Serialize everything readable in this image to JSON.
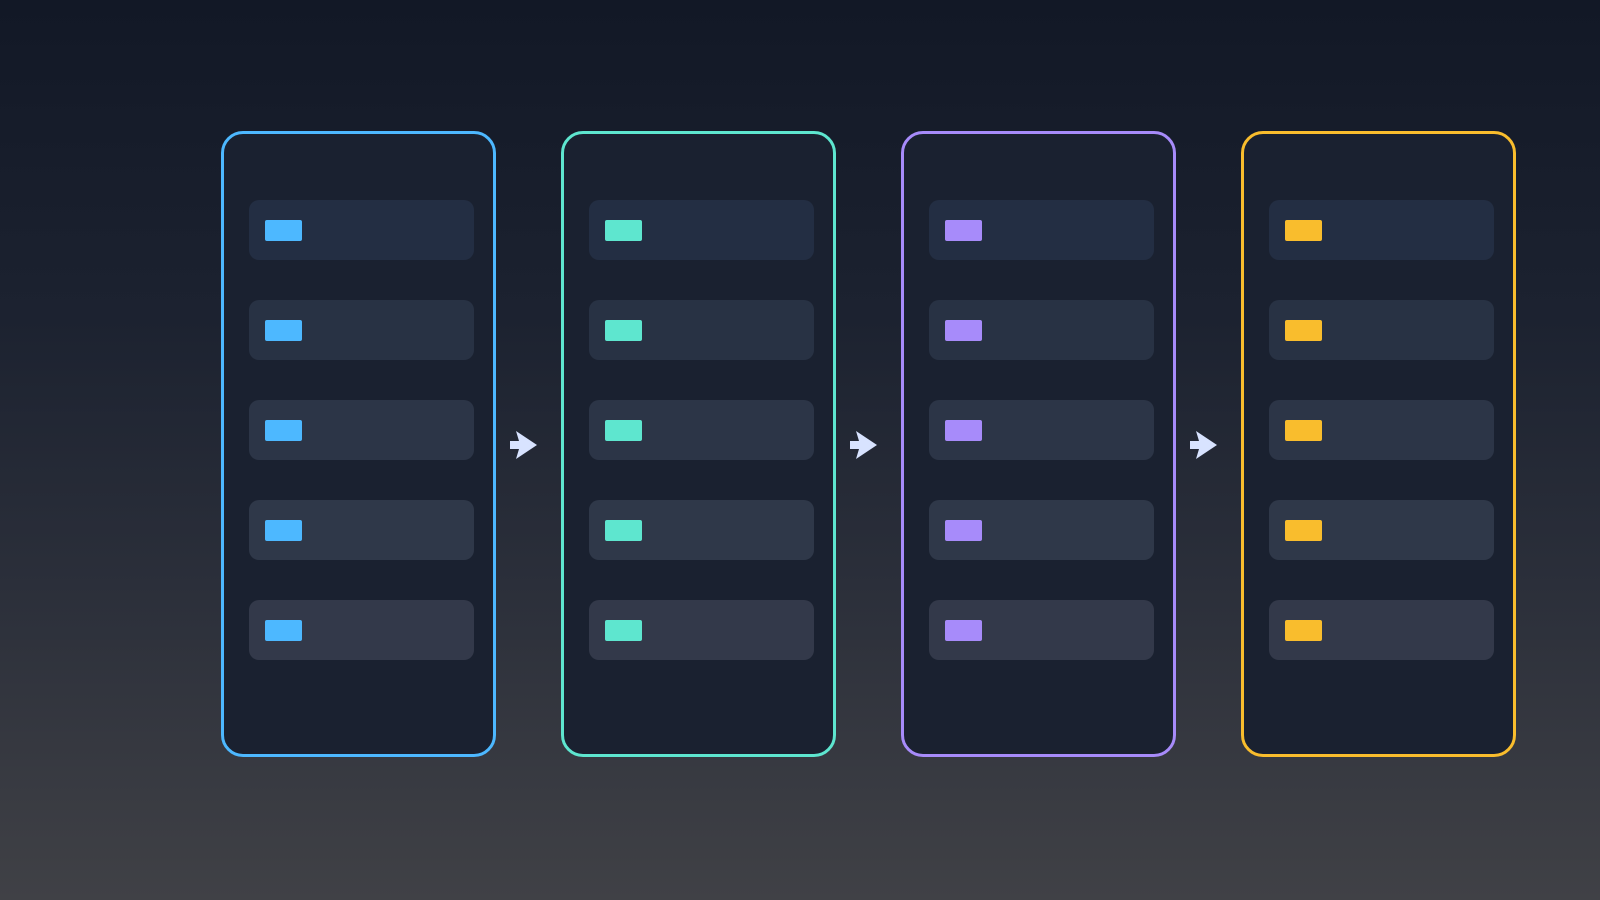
{
  "diagram": {
    "columns": [
      {
        "id": "column-1",
        "accent": "#4db8ff",
        "item_count": 5
      },
      {
        "id": "column-2",
        "accent": "#5ee6cf",
        "item_count": 5
      },
      {
        "id": "column-3",
        "accent": "#a78bfa",
        "item_count": 5
      },
      {
        "id": "column-4",
        "accent": "#f9bd2d",
        "item_count": 5
      }
    ],
    "item_fills": [
      "#232e43",
      "#283244",
      "#2c3547",
      "#2f3849",
      "#33394a"
    ],
    "connector": {
      "icon": "arrow-right-icon",
      "color": "#d8e3ff"
    }
  }
}
